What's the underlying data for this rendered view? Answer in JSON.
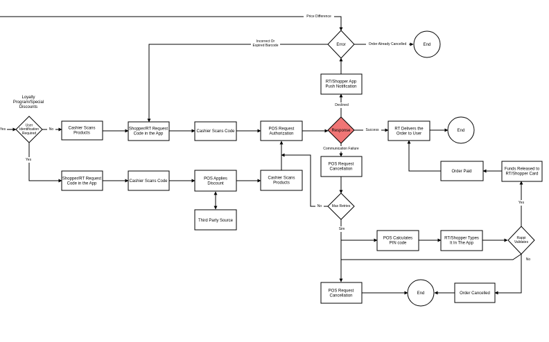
{
  "nodes": {
    "loyalty_note": [
      "Loyalty",
      "Program/Special",
      "Discounts"
    ],
    "user_identification": [
      "User",
      "Identification",
      "Required"
    ],
    "cashier_scans_top": [
      "Cashier Scans",
      "Products"
    ],
    "shopper_request_top": [
      "Shopper/RT Request",
      "Code in the App"
    ],
    "cashier_scans_code_top": [
      "Cashier Scans Code"
    ],
    "pos_request_authorization": [
      "POS Request",
      "Authorization"
    ],
    "response": [
      "Response"
    ],
    "rt_delivers": [
      "RT Delivers the",
      "Order to User"
    ],
    "end_top": [
      "End"
    ],
    "error": [
      "Error"
    ],
    "end_error": [
      "End"
    ],
    "push_notification": [
      "RT/Shopper App",
      "Push Notification"
    ],
    "shopper_request_bottom": [
      "Shopper/RT Request",
      "Code in the App"
    ],
    "cashier_scans_code_bottom": [
      "Cashier Scans Code"
    ],
    "pos_applies_discount": [
      "POS Applies",
      "Discount"
    ],
    "cashier_scans_bottom": [
      "Cashier Scans",
      "Products"
    ],
    "third_party_source": [
      "Third Party Source"
    ],
    "pos_request_cancellation_top": [
      "POS Request",
      "Cancellation"
    ],
    "max_retries": [
      "Max Retries"
    ],
    "pos_calculates_pin": [
      "POS Calculates",
      "PIN code"
    ],
    "shopper_types": [
      "RT/Shopper Types",
      "It In The App"
    ],
    "rappi_validates": [
      "Rappi",
      "Validates"
    ],
    "funds_released": [
      "Funds Released to",
      "RT/Shopper Card"
    ],
    "order_paid": [
      "Order Paid"
    ],
    "pos_request_cancellation_bottom": [
      "POS Request",
      "Cancellation"
    ],
    "end_bottom": [
      "End"
    ],
    "order_cancelled": [
      "Order Cancelled"
    ]
  },
  "edge_labels": {
    "price_difference": [
      "Price Difference"
    ],
    "incorrect_barcode": [
      "Incorrect Or",
      "Expired Barcode"
    ],
    "order_already_cancelled": [
      "Order Already Cancelled"
    ],
    "declined": [
      "Declined"
    ],
    "success": [
      "Success"
    ],
    "communication_failure": [
      "Communication Failure"
    ],
    "yes_left": [
      "Yes"
    ],
    "no_user": [
      "No"
    ],
    "yes_user": [
      "Yes"
    ],
    "no_retries": [
      "No"
    ],
    "yes_retries": [
      "Sim"
    ],
    "yes_rappi": [
      "Yes"
    ],
    "no_rappi": [
      "No"
    ]
  }
}
